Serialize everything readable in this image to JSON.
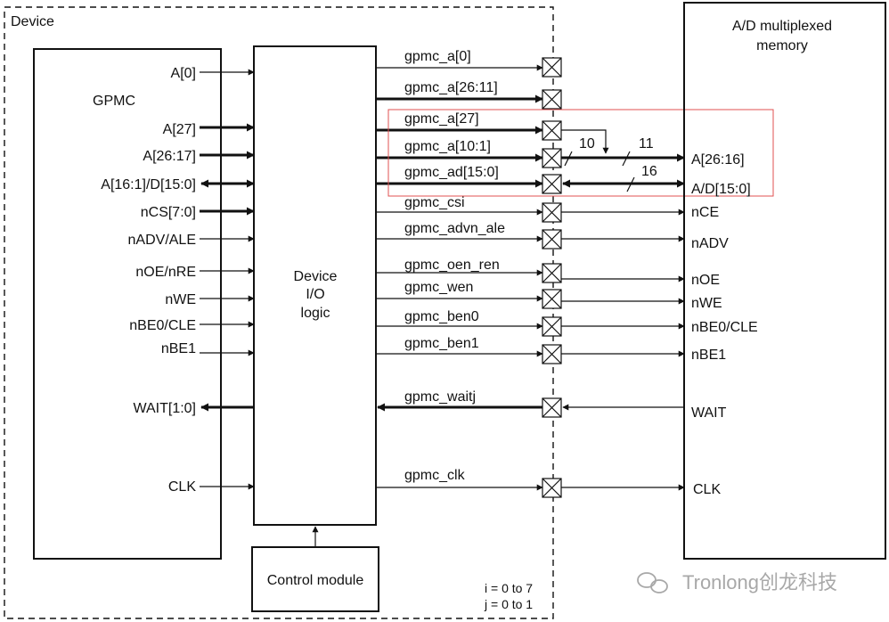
{
  "device": {
    "label": "Device"
  },
  "gpmc": {
    "label": "GPMC",
    "pins": [
      "A[0]",
      "A[27]",
      "A[26:17]",
      "A[16:1]/D[15:0]",
      "nCS[7:0]",
      "nADV/ALE",
      "nOE/nRE",
      "nWE",
      "nBE0/CLE",
      "nBE1",
      "WAIT[1:0]",
      "CLK"
    ]
  },
  "io": {
    "line1": "Device",
    "line2": "I/O",
    "line3": "logic"
  },
  "control": {
    "label": "Control module"
  },
  "signals": [
    "gpmc_a[0]",
    "gpmc_a[26:11]",
    "gpmc_a[27]",
    "gpmc_a[10:1]",
    "gpmc_ad[15:0]",
    "gpmc_csi",
    "gpmc_advn_ale",
    "gpmc_oen_ren",
    "gpmc_wen",
    "gpmc_ben0",
    "gpmc_ben1",
    "gpmc_waitj",
    "gpmc_clk"
  ],
  "bus_widths": {
    "w10": "10",
    "w11": "11",
    "w16": "16"
  },
  "memory": {
    "title1": "A/D multiplexed",
    "title2": "memory",
    "pins": [
      "A[26:16]",
      "A/D[15:0]",
      "nCE",
      "nADV",
      "nOE",
      "nWE",
      "nBE0/CLE",
      "nBE1",
      "WAIT",
      "CLK"
    ]
  },
  "notes": {
    "i": "i = 0 to 7",
    "j": "j = 0 to 1"
  },
  "watermark": "Tronlong创龙科技",
  "colors": {
    "line": "#111111",
    "highlight": "#e05050"
  }
}
